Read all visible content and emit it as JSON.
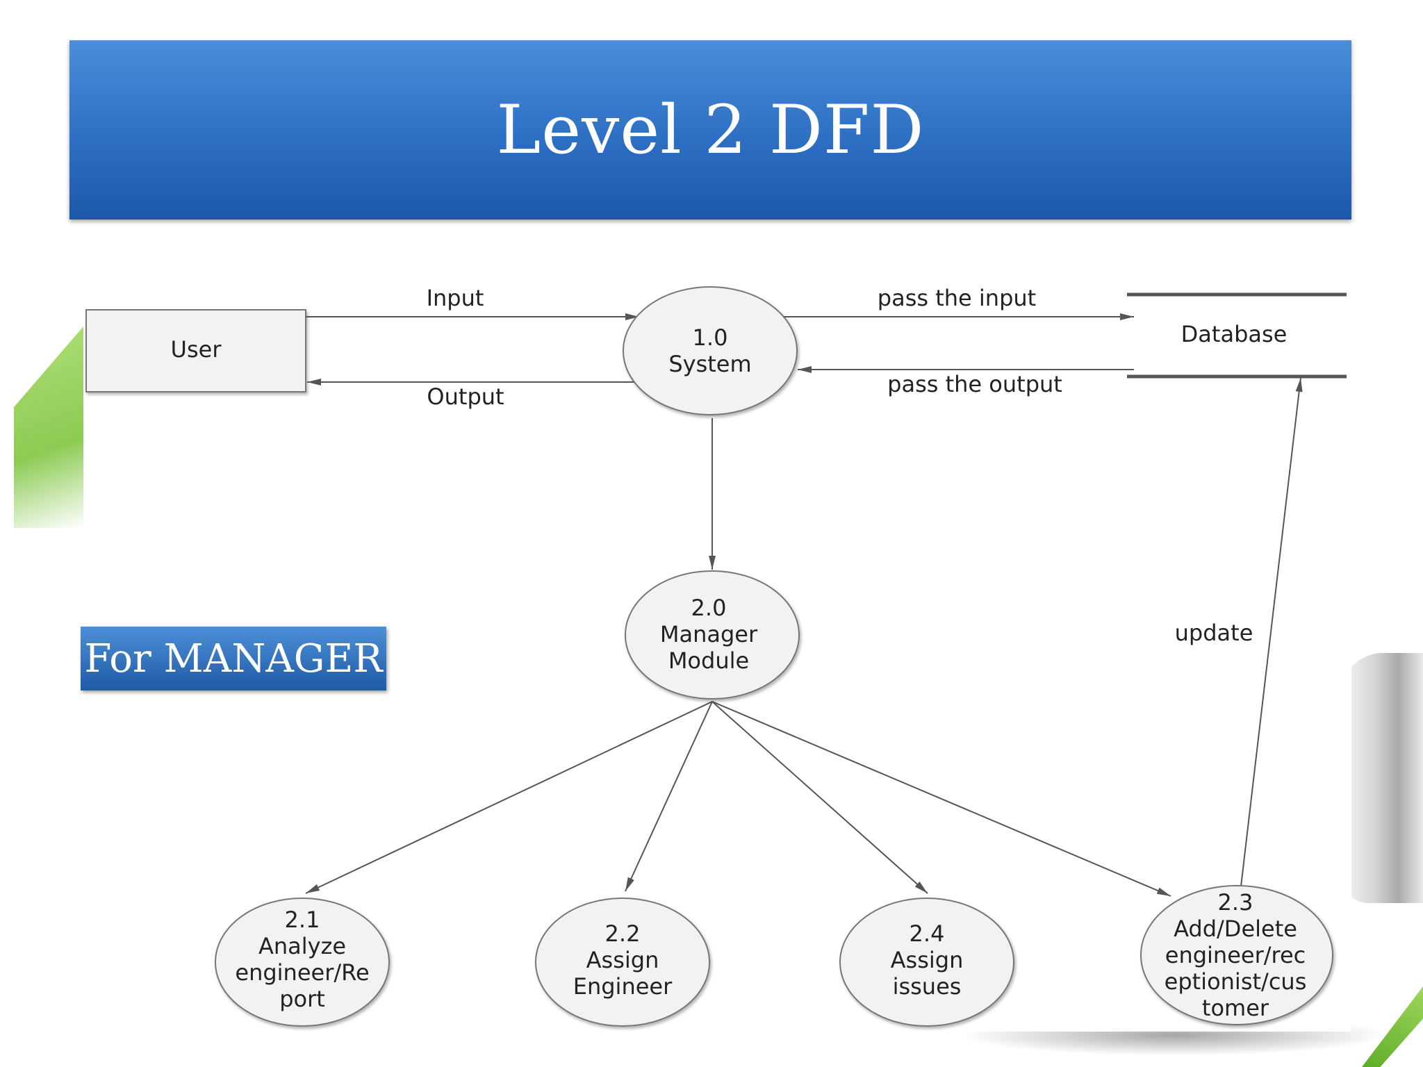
{
  "title": "Level 2 DFD",
  "badge": "For MANAGER",
  "entities": {
    "user": "User",
    "database": "Database"
  },
  "processes": {
    "p1": {
      "number": "1.0",
      "lines": [
        "System"
      ]
    },
    "p2": {
      "number": "2.0",
      "lines": [
        "Manager",
        "Module"
      ]
    },
    "p21": {
      "number": "2.1",
      "lines": [
        "Analyze",
        "engineer/Re",
        "port"
      ]
    },
    "p22": {
      "number": "2.2",
      "lines": [
        "Assign",
        "Engineer"
      ]
    },
    "p24": {
      "number": "2.4",
      "lines": [
        "Assign",
        "issues"
      ]
    },
    "p23": {
      "number": "2.3",
      "lines": [
        "Add/Delete",
        "engineer/rec",
        "eptionist/cus",
        "tomer"
      ]
    }
  },
  "flows": {
    "input": "Input",
    "output": "Output",
    "pass_input": "pass the input",
    "pass_output": "pass the output",
    "update": "update"
  },
  "colors": {
    "title_bar": "#2d6fc4",
    "accent_green": "#7fc540",
    "node_fill": "#f2f2f2",
    "line": "#555555"
  }
}
